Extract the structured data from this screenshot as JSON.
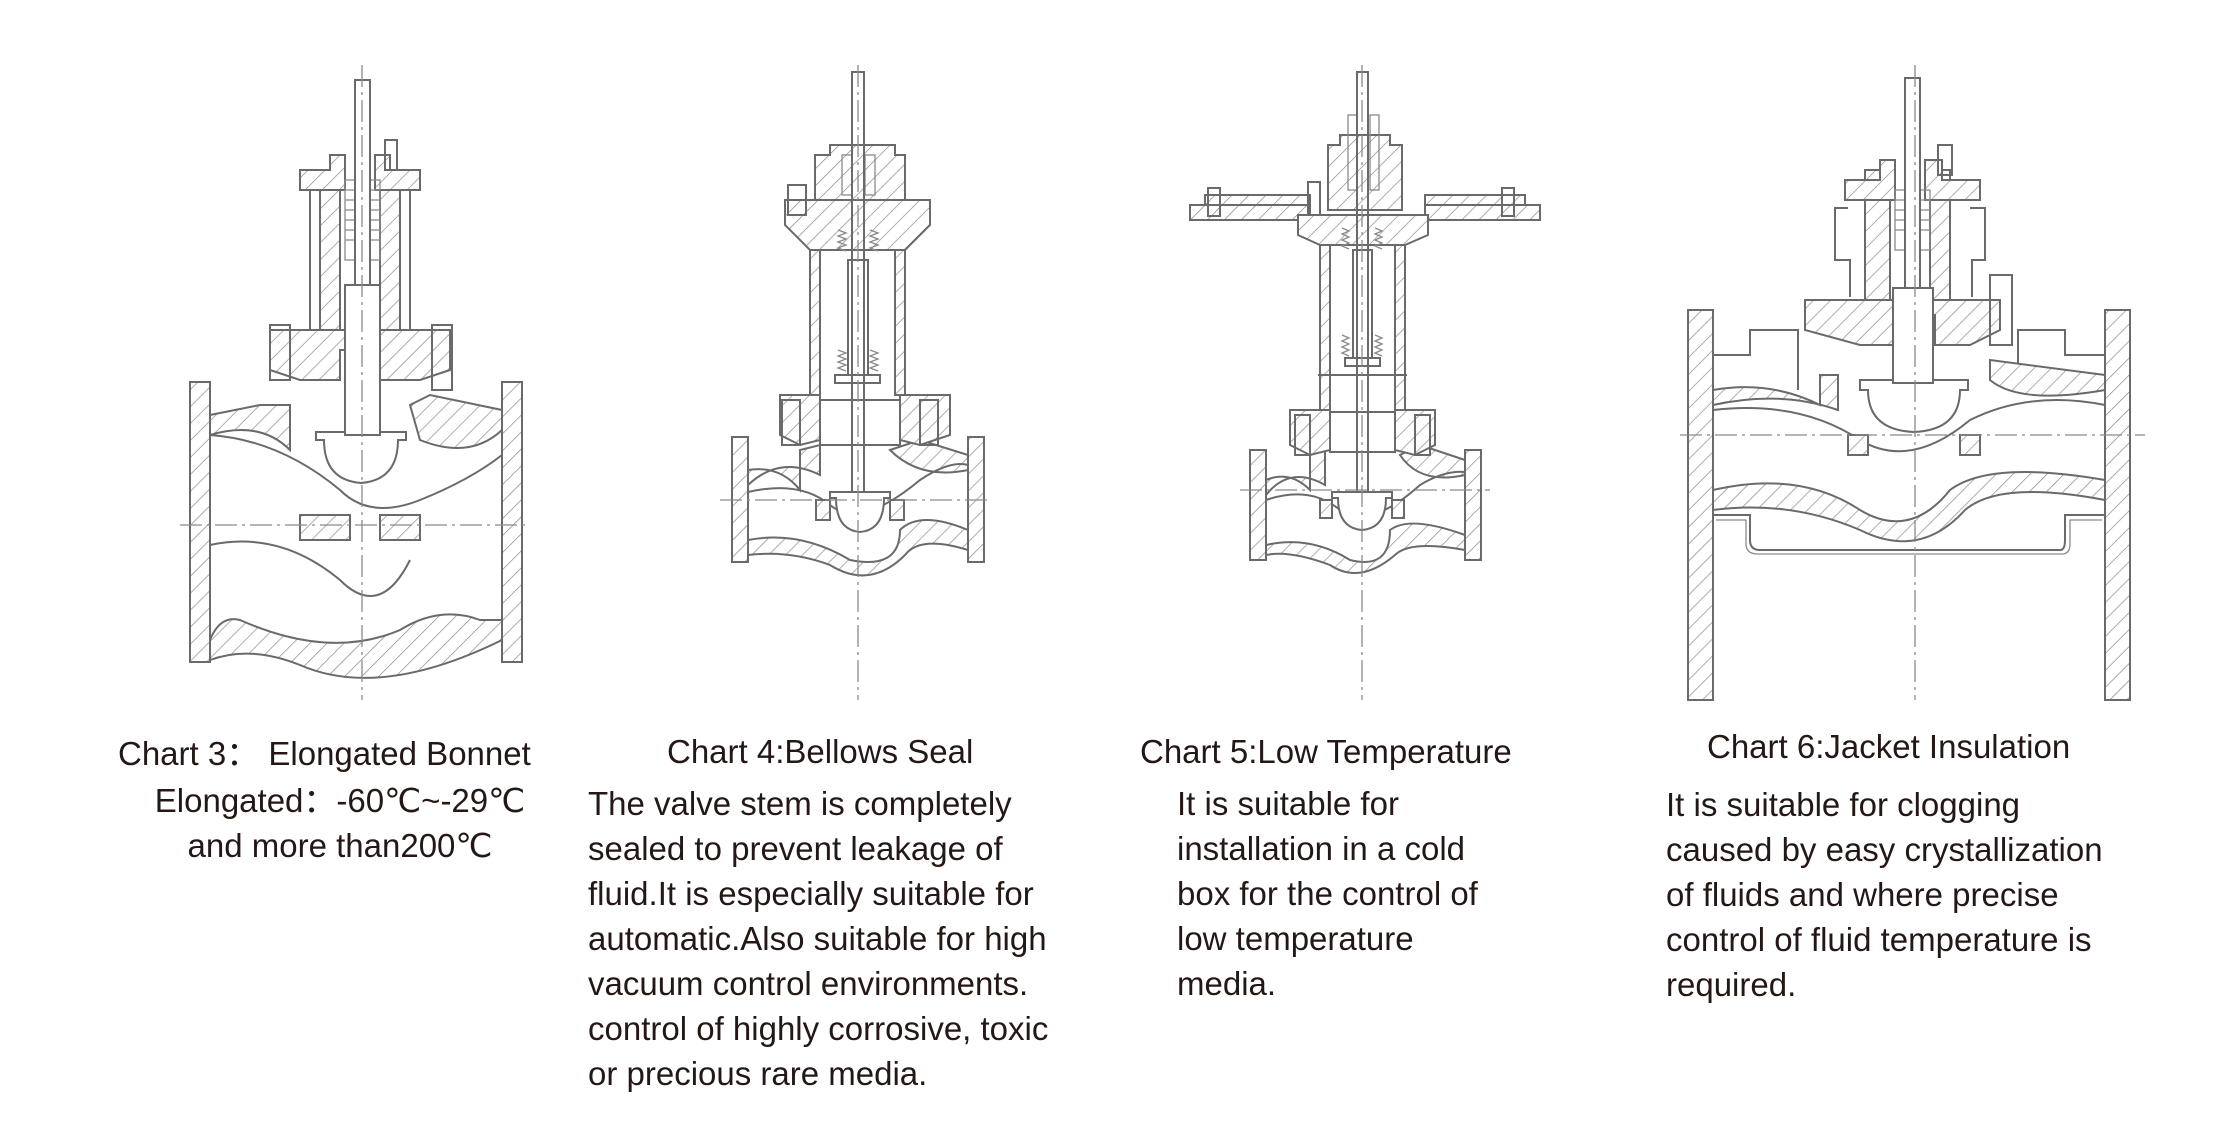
{
  "figures": [
    {
      "id": "chart3",
      "title": "Chart 3： Elongated Bonnet",
      "description_lines": [
        "Elongated：-60℃~-29℃",
        "and more than200℃"
      ],
      "drawing": "elongated-bonnet-valve-cross-section"
    },
    {
      "id": "chart4",
      "title": "Chart 4:Bellows Seal",
      "description_lines": [
        "The valve stem is completely",
        "sealed to prevent leakage of",
        "fluid.It is especially suitable for",
        "automatic.Also suitable for high",
        "vacuum control environments.",
        "control of highly corrosive, toxic",
        "or precious rare media."
      ],
      "drawing": "bellows-seal-valve-cross-section"
    },
    {
      "id": "chart5",
      "title": "Chart 5:Low Temperature",
      "description_lines": [
        "It is suitable for",
        "installation in a cold",
        "box for the control of",
        "low temperature",
        "media."
      ],
      "drawing": "low-temperature-valve-cross-section"
    },
    {
      "id": "chart6",
      "title": "Chart 6:Jacket Insulation",
      "description_lines": [
        "It is suitable for clogging",
        "caused by easy crystallization",
        "of fluids and where precise",
        "control of fluid temperature is",
        "required."
      ],
      "drawing": "jacket-insulation-valve-cross-section"
    }
  ],
  "colors": {
    "text": "#231815",
    "line": "#6a6a6a",
    "background": "#ffffff"
  }
}
